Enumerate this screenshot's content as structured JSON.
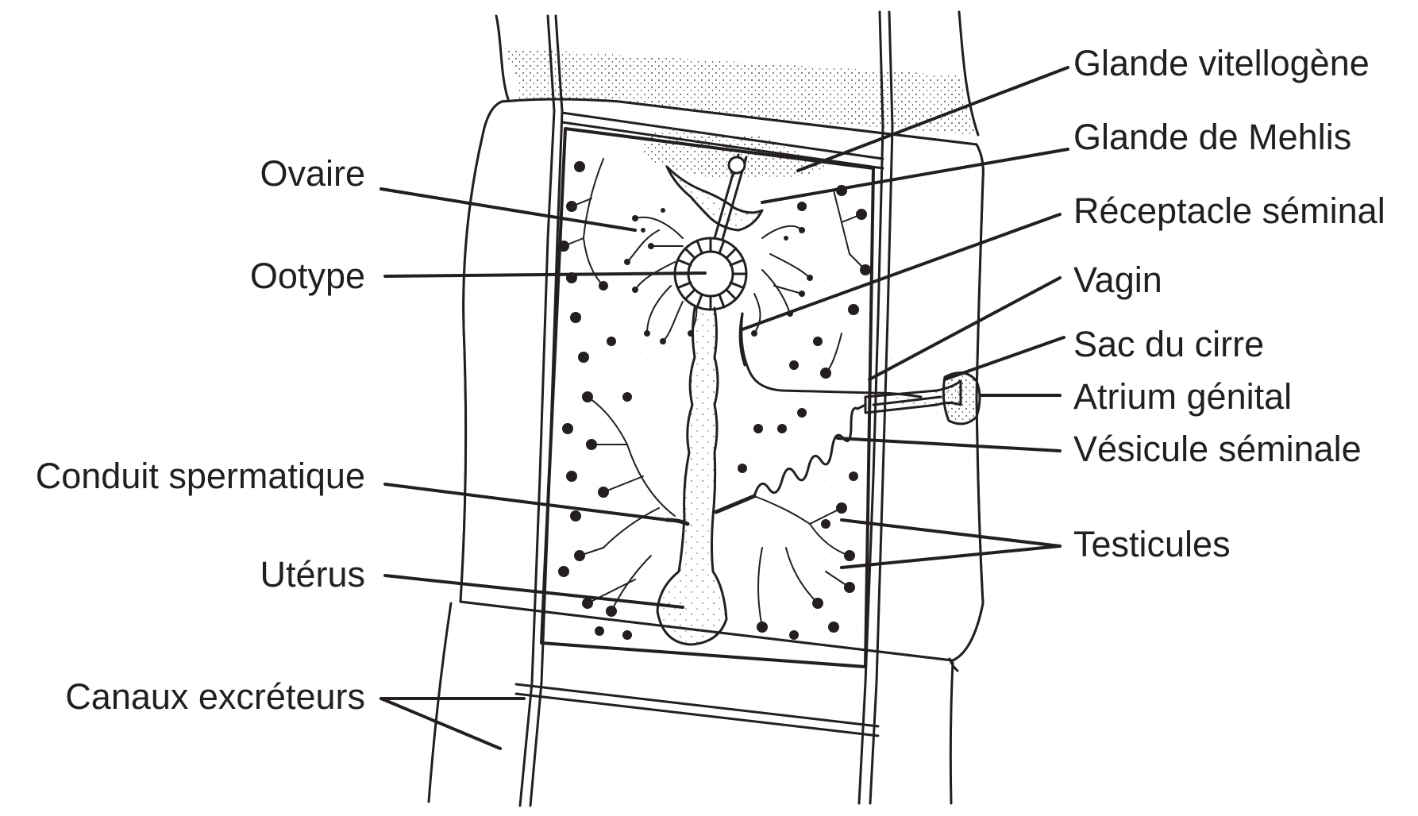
{
  "labels_left": [
    {
      "id": "ovaire",
      "text": "Ovaire"
    },
    {
      "id": "ootype",
      "text": "Ootype"
    },
    {
      "id": "conduit-spermatique",
      "text": "Conduit spermatique"
    },
    {
      "id": "uterus",
      "text": "Utérus"
    },
    {
      "id": "canaux-excreteurs",
      "text": "Canaux excréteurs"
    }
  ],
  "labels_right": [
    {
      "id": "glande-vitellogene",
      "text": "Glande vitellogène"
    },
    {
      "id": "glande-de-mehlis",
      "text": "Glande de Mehlis"
    },
    {
      "id": "receptacle-seminal",
      "text": "Réceptacle séminal"
    },
    {
      "id": "vagin",
      "text": "Vagin"
    },
    {
      "id": "sac-du-cirre",
      "text": "Sac du cirre"
    },
    {
      "id": "atrium-genital",
      "text": "Atrium génital"
    },
    {
      "id": "vesicule-seminale",
      "text": "Vésicule séminale"
    },
    {
      "id": "testicules",
      "text": "Testicules"
    }
  ],
  "colors": {
    "ink": "#231f20",
    "background": "#ffffff"
  }
}
